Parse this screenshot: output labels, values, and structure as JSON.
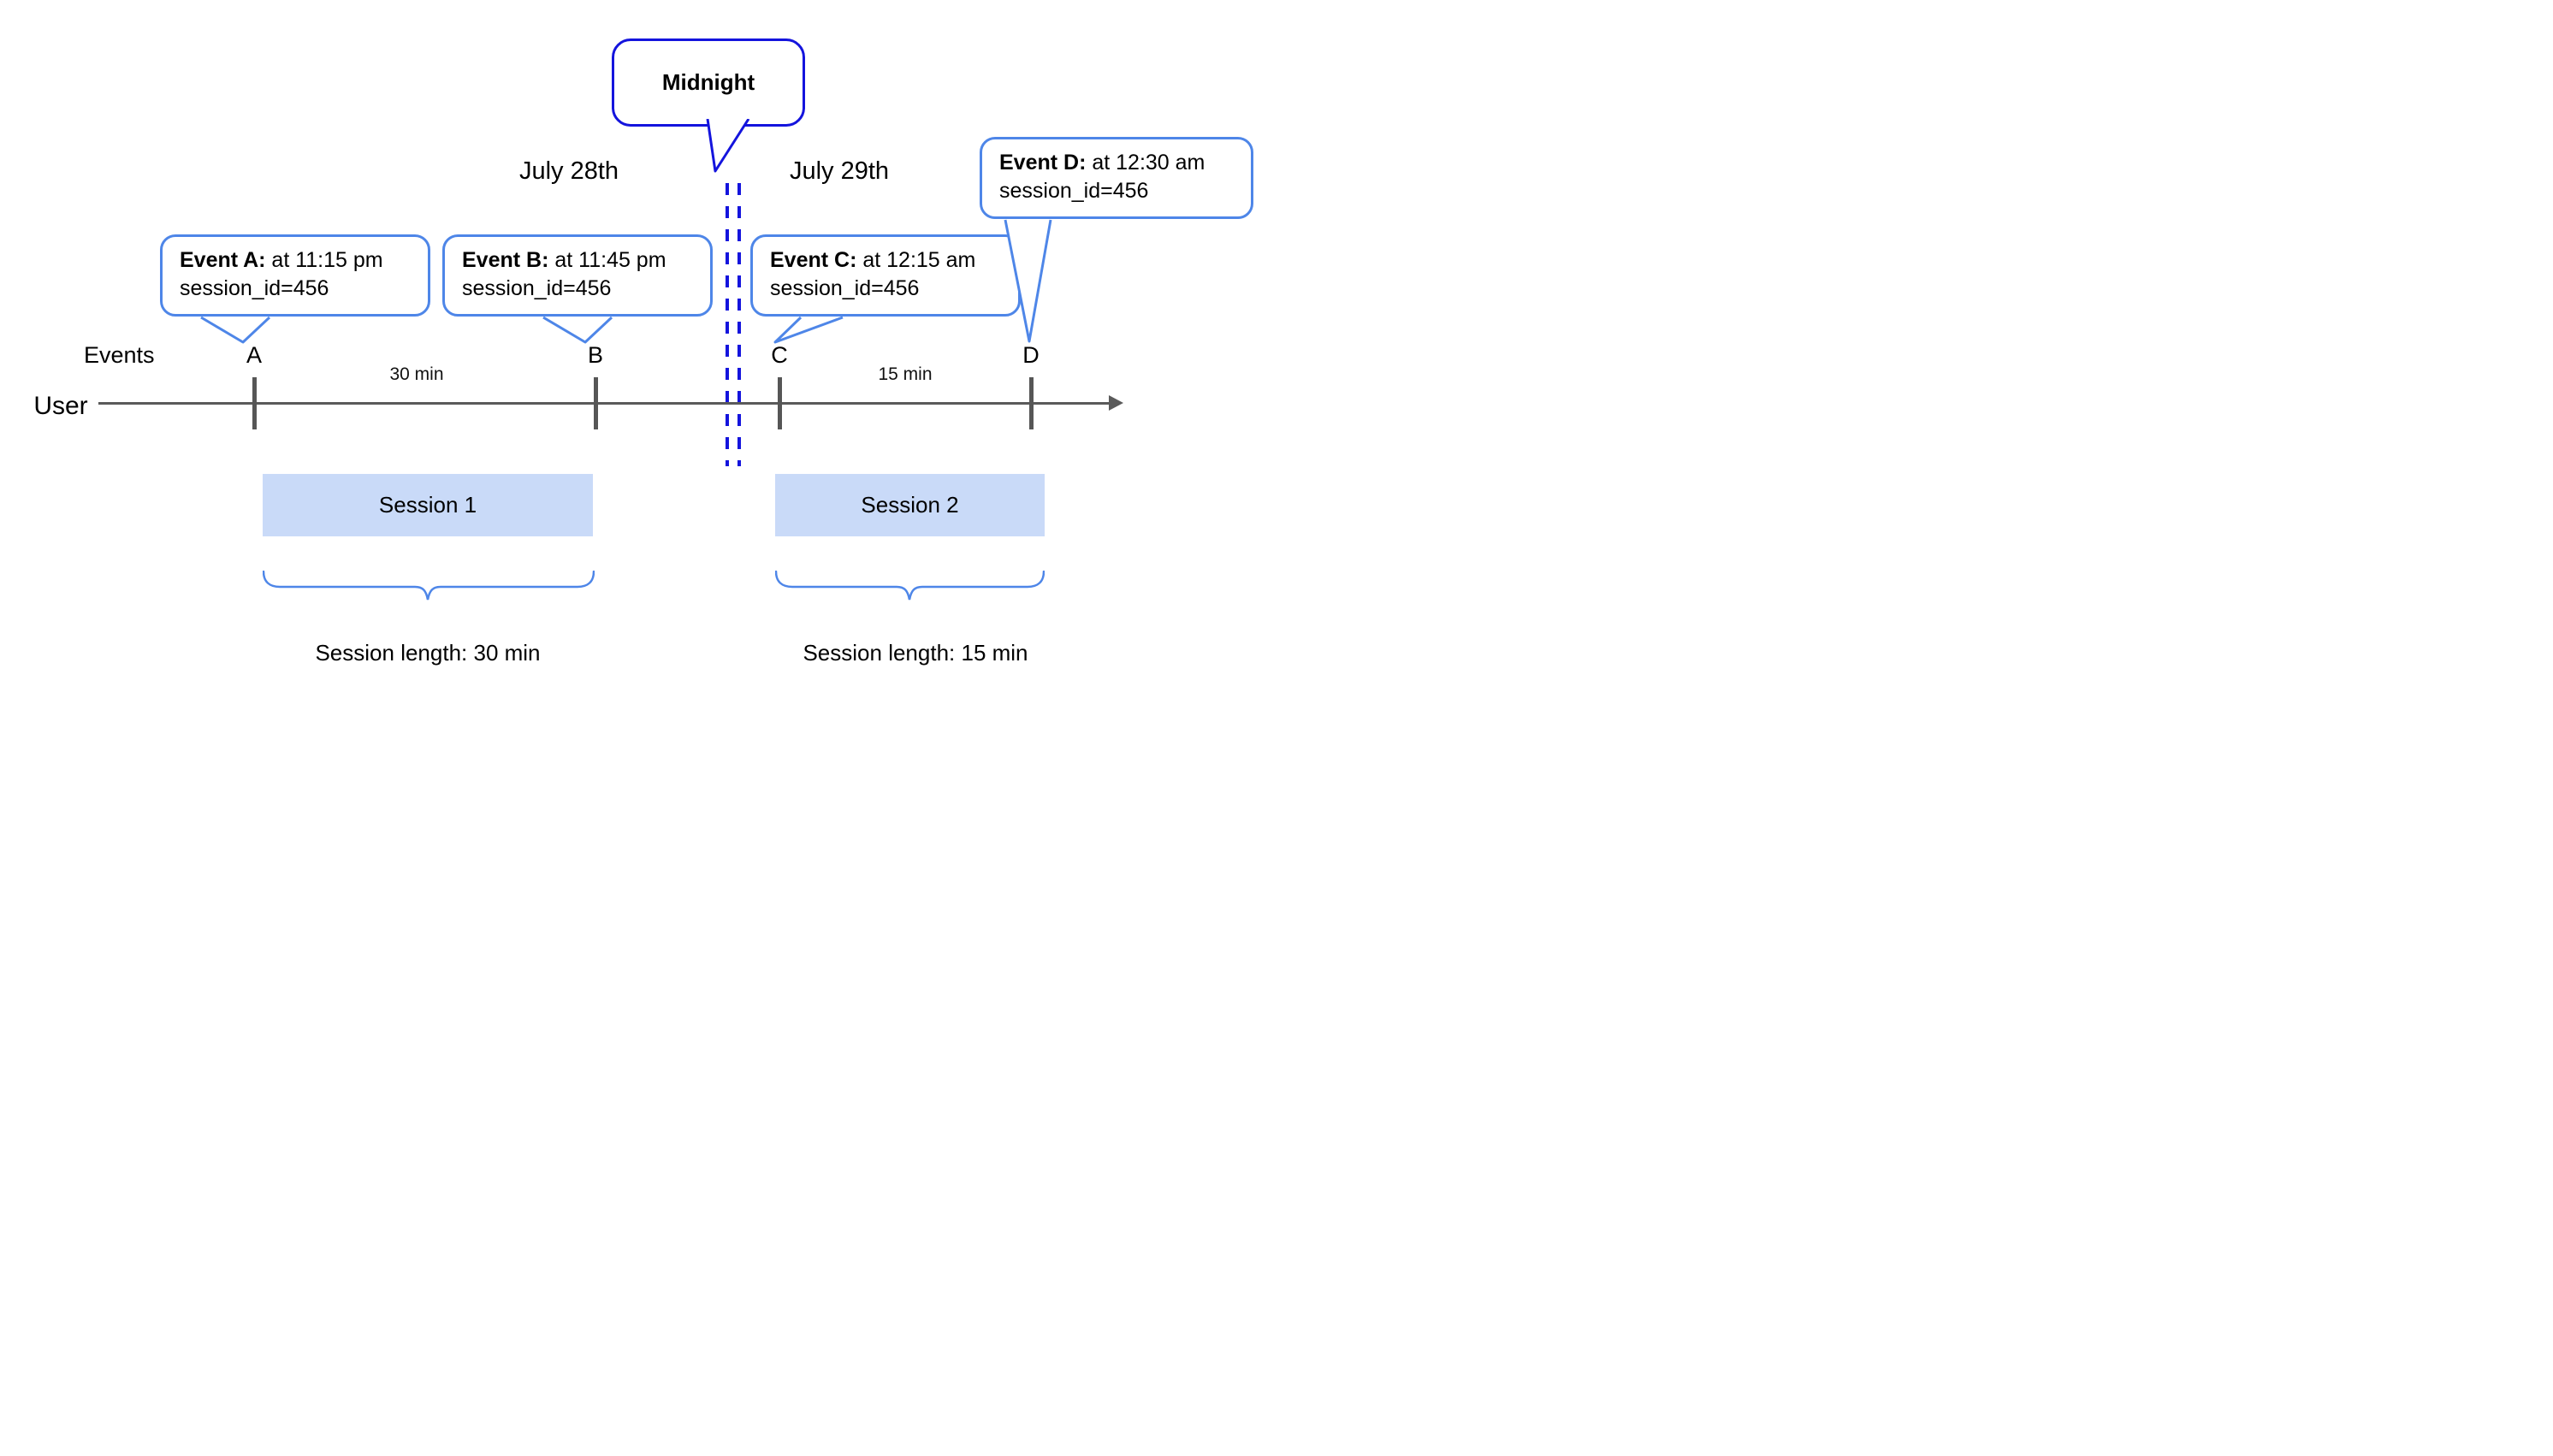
{
  "colors": {
    "accent_blue": "#1414dd",
    "bubble_border": "#4e86e8",
    "session_fill": "#c9daf8",
    "line_gray": "#5a5a5a"
  },
  "dates": {
    "left": "July 28th",
    "right": "July 29th"
  },
  "midnight_label": "Midnight",
  "axis": {
    "events_label": "Events",
    "user_label": "User",
    "points": [
      "A",
      "B",
      "C",
      "D"
    ],
    "intervals": [
      "30 min",
      "15 min"
    ]
  },
  "bubbles": [
    {
      "prefix": "Event A:",
      "time": " at 11:15 pm",
      "detail": "session_id=456"
    },
    {
      "prefix": "Event B:",
      "time": " at 11:45 pm",
      "detail": "session_id=456"
    },
    {
      "prefix": "Event C:",
      "time": " at 12:15 am",
      "detail": "session_id=456"
    },
    {
      "prefix": "Event D:",
      "time": " at 12:30 am",
      "detail": "session_id=456"
    }
  ],
  "sessions": [
    {
      "name": "Session 1",
      "length": "Session length: 30 min"
    },
    {
      "name": "Session 2",
      "length": "Session length: 15 min"
    }
  ]
}
